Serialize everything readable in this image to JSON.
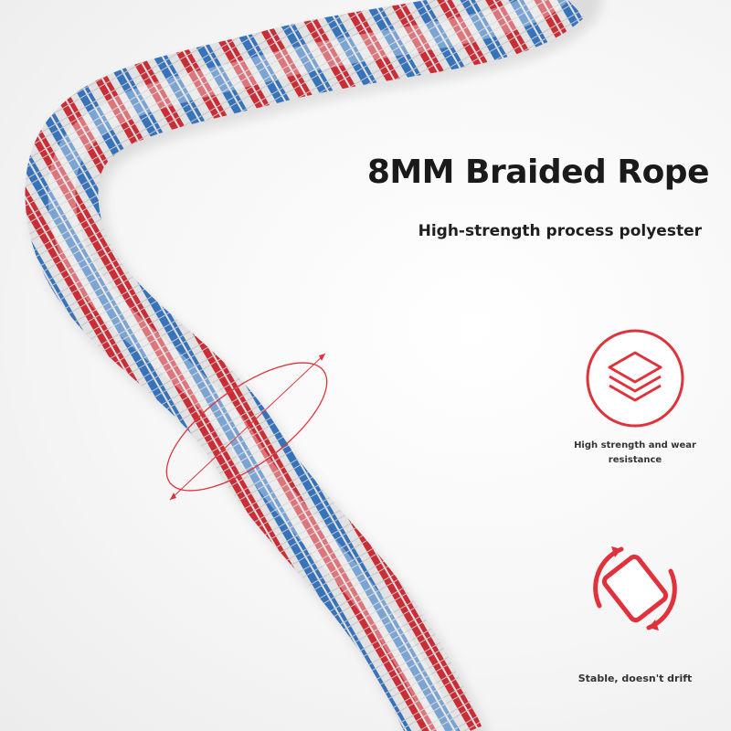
{
  "product": {
    "title": "8MM Braided Rope",
    "subtitle": "High-strength process polyester"
  },
  "features": [
    {
      "icon": "layers-icon",
      "caption_line1": "High strength and wear",
      "caption_line2": "resistance"
    },
    {
      "icon": "rotate-stable-icon",
      "caption": "Stable, doesn't drift"
    }
  ],
  "colors": {
    "accent_red": "#e1323c",
    "rope_blue": "#3d7fd0",
    "rope_white": "#ffffff",
    "text_dark": "#1a1a1a"
  }
}
